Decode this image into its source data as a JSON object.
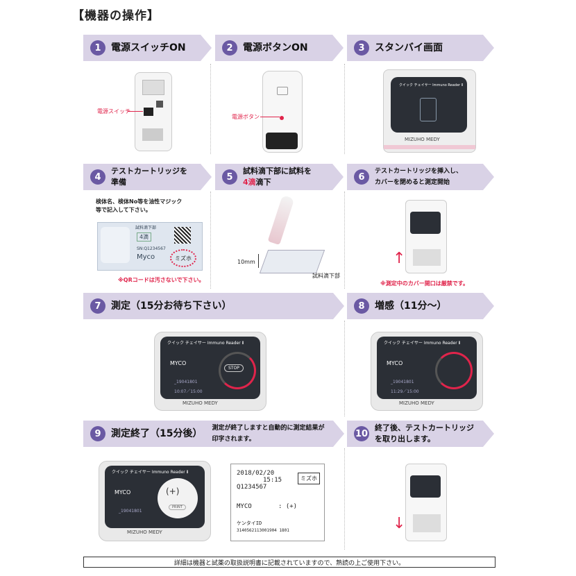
{
  "title": "【機器の操作】",
  "steps": [
    {
      "num": "1",
      "label": "電源スイッチON"
    },
    {
      "num": "2",
      "label": "電源ボタンON"
    },
    {
      "num": "3",
      "label": "スタンバイ画面"
    },
    {
      "num": "4",
      "label_line1": "テストカートリッジを",
      "label_line2": "準備"
    },
    {
      "num": "5",
      "label_line1": "試料滴下部に試料を",
      "label_line2a": "4滴",
      "label_line2b": "滴下"
    },
    {
      "num": "6",
      "label_line1": "テストカートリッジを挿入し、",
      "label_line2": "カバーを閉めると測定開始"
    },
    {
      "num": "7",
      "label": "測定（15分お待ち下さい）"
    },
    {
      "num": "8",
      "label": "増感（11分〜）"
    },
    {
      "num": "9",
      "label": "測定終了（15分後）",
      "desc_line1": "測定が終了しますと自動的に測定結果が",
      "desc_line2": "印字されます。"
    },
    {
      "num": "10",
      "label_line1": "終了後、テストカートリッジ",
      "label_line2": "を取り出します。"
    }
  ],
  "callouts": {
    "power_switch": "電源スイッチ",
    "power_button": "電源ボタン",
    "step4_note_line1": "検体名、検体No等を油性マジック",
    "step4_note_line2": "等で記入して下さい。",
    "qr_note": "※QRコードは汚さないで下さい。",
    "cartridge_label": "試料滴下部",
    "cartridge_drops": "4滴",
    "cartridge_sn": "SN:Q1234567",
    "cartridge_name": "Myco",
    "stamp": "ミズホ",
    "height_label": "10mm",
    "drop_area": "試料滴下部",
    "cover_note": "※測定中のカバー開口は厳禁です。"
  },
  "screens": {
    "header": "クイック チェイサー Immuno Reader Ⅱ",
    "brand": "MIZUHO MEDY",
    "item": "MYCO",
    "id": "_19041801",
    "time7": "10:07／15:00",
    "time8": "11:29／15:00",
    "stop": "STOP",
    "result": "(+)",
    "print": "PRINT"
  },
  "receipt": {
    "date": "2018/02/20",
    "time": "15:15",
    "sn": "Q1234567",
    "stamp": "ミズホ",
    "item": "MYCO",
    "result": ": (+)",
    "id_label": "ケンタイID",
    "id_value": "3140562113001904 1801"
  },
  "footer": "詳細は機器と試薬の取扱説明書に記載されていますので、熟読の上ご使用下さい。",
  "colors": {
    "banner": "#d9d2e6",
    "badge": "#6a59a3",
    "accent": "#e0244b"
  }
}
